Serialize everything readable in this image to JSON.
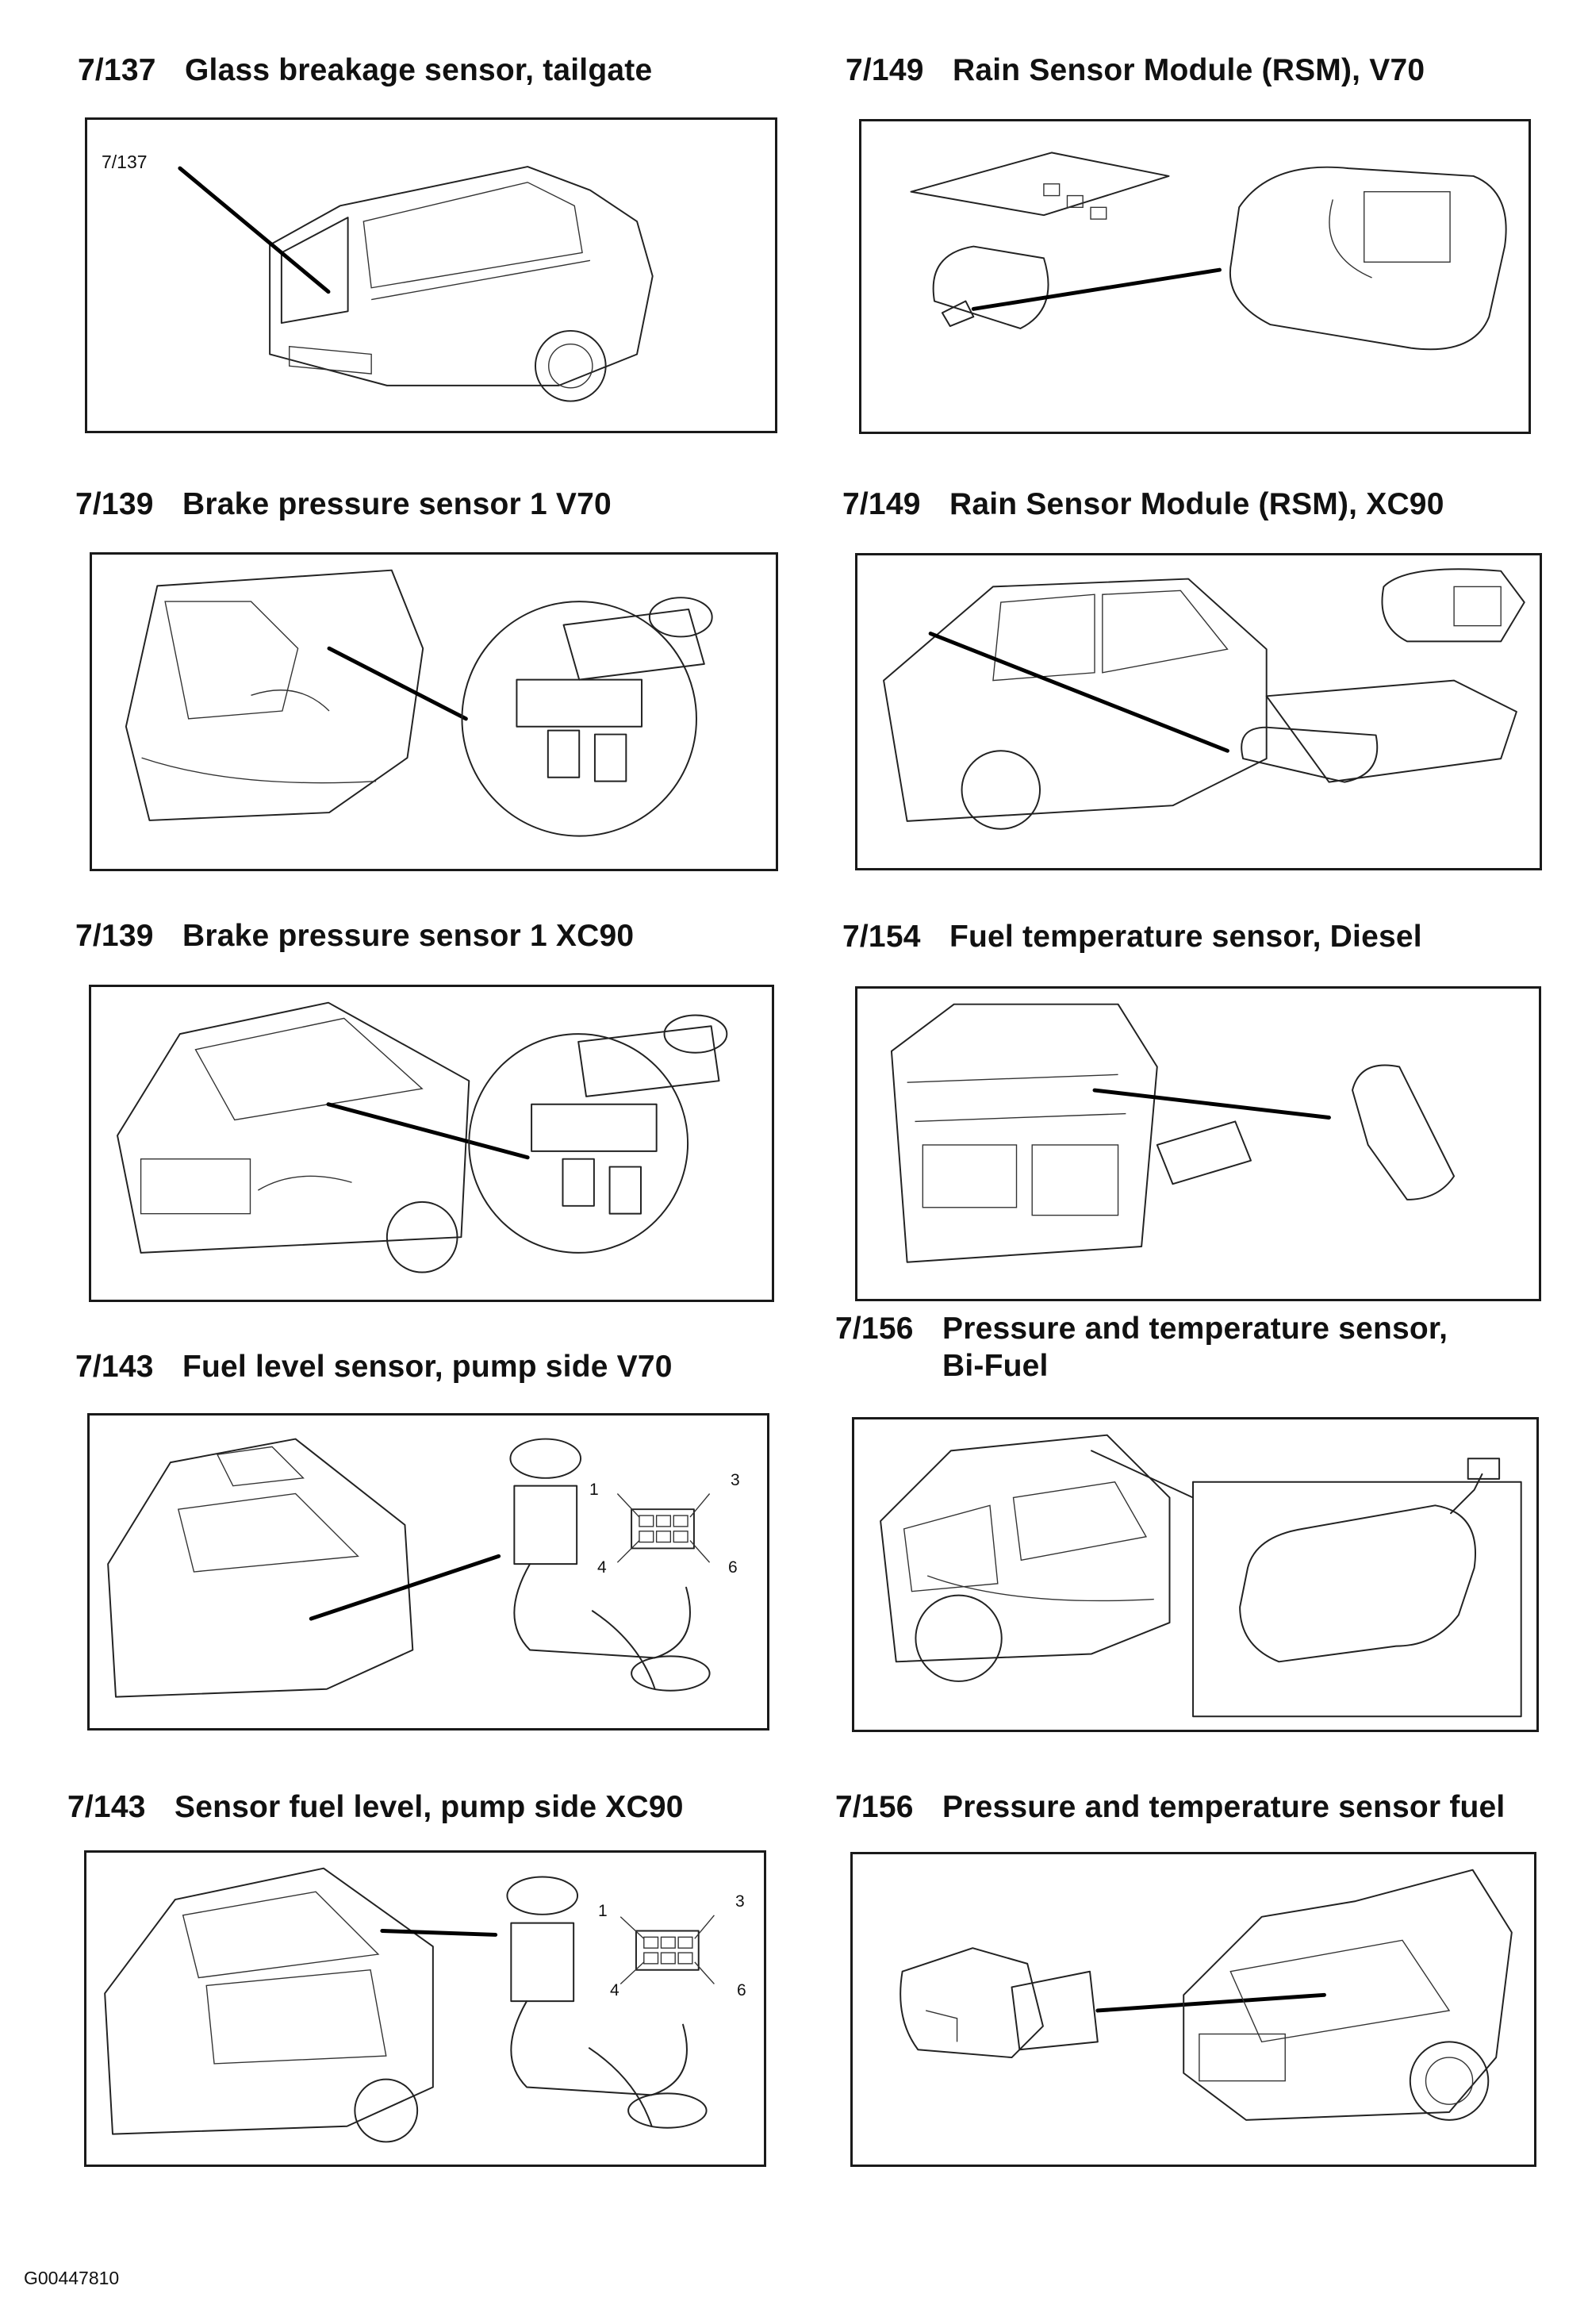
{
  "panels": [
    {
      "code": "7/137",
      "label": "Glass breakage sensor, tailgate",
      "callout": "7/137"
    },
    {
      "code": "7/149",
      "label": "Rain Sensor Module (RSM), V70"
    },
    {
      "code": "7/139",
      "label": "Brake pressure sensor 1 V70"
    },
    {
      "code": "7/149",
      "label": "Rain Sensor Module (RSM), XC90"
    },
    {
      "code": "7/139",
      "label": "Brake pressure sensor 1 XC90"
    },
    {
      "code": "7/154",
      "label": "Fuel temperature sensor, Diesel"
    },
    {
      "code": "7/143",
      "label": "Fuel level sensor, pump side V70",
      "pins": [
        "1",
        "3",
        "4",
        "6"
      ]
    },
    {
      "code": "7/156",
      "label": "Pressure and temperature sensor,",
      "label2": "Bi-Fuel"
    },
    {
      "code": "7/143",
      "label": "Sensor fuel level, pump side XC90",
      "pins": [
        "1",
        "3",
        "4",
        "6"
      ]
    },
    {
      "code": "7/156",
      "label": "Pressure and temperature sensor fuel"
    }
  ],
  "document_id": "G00447810"
}
